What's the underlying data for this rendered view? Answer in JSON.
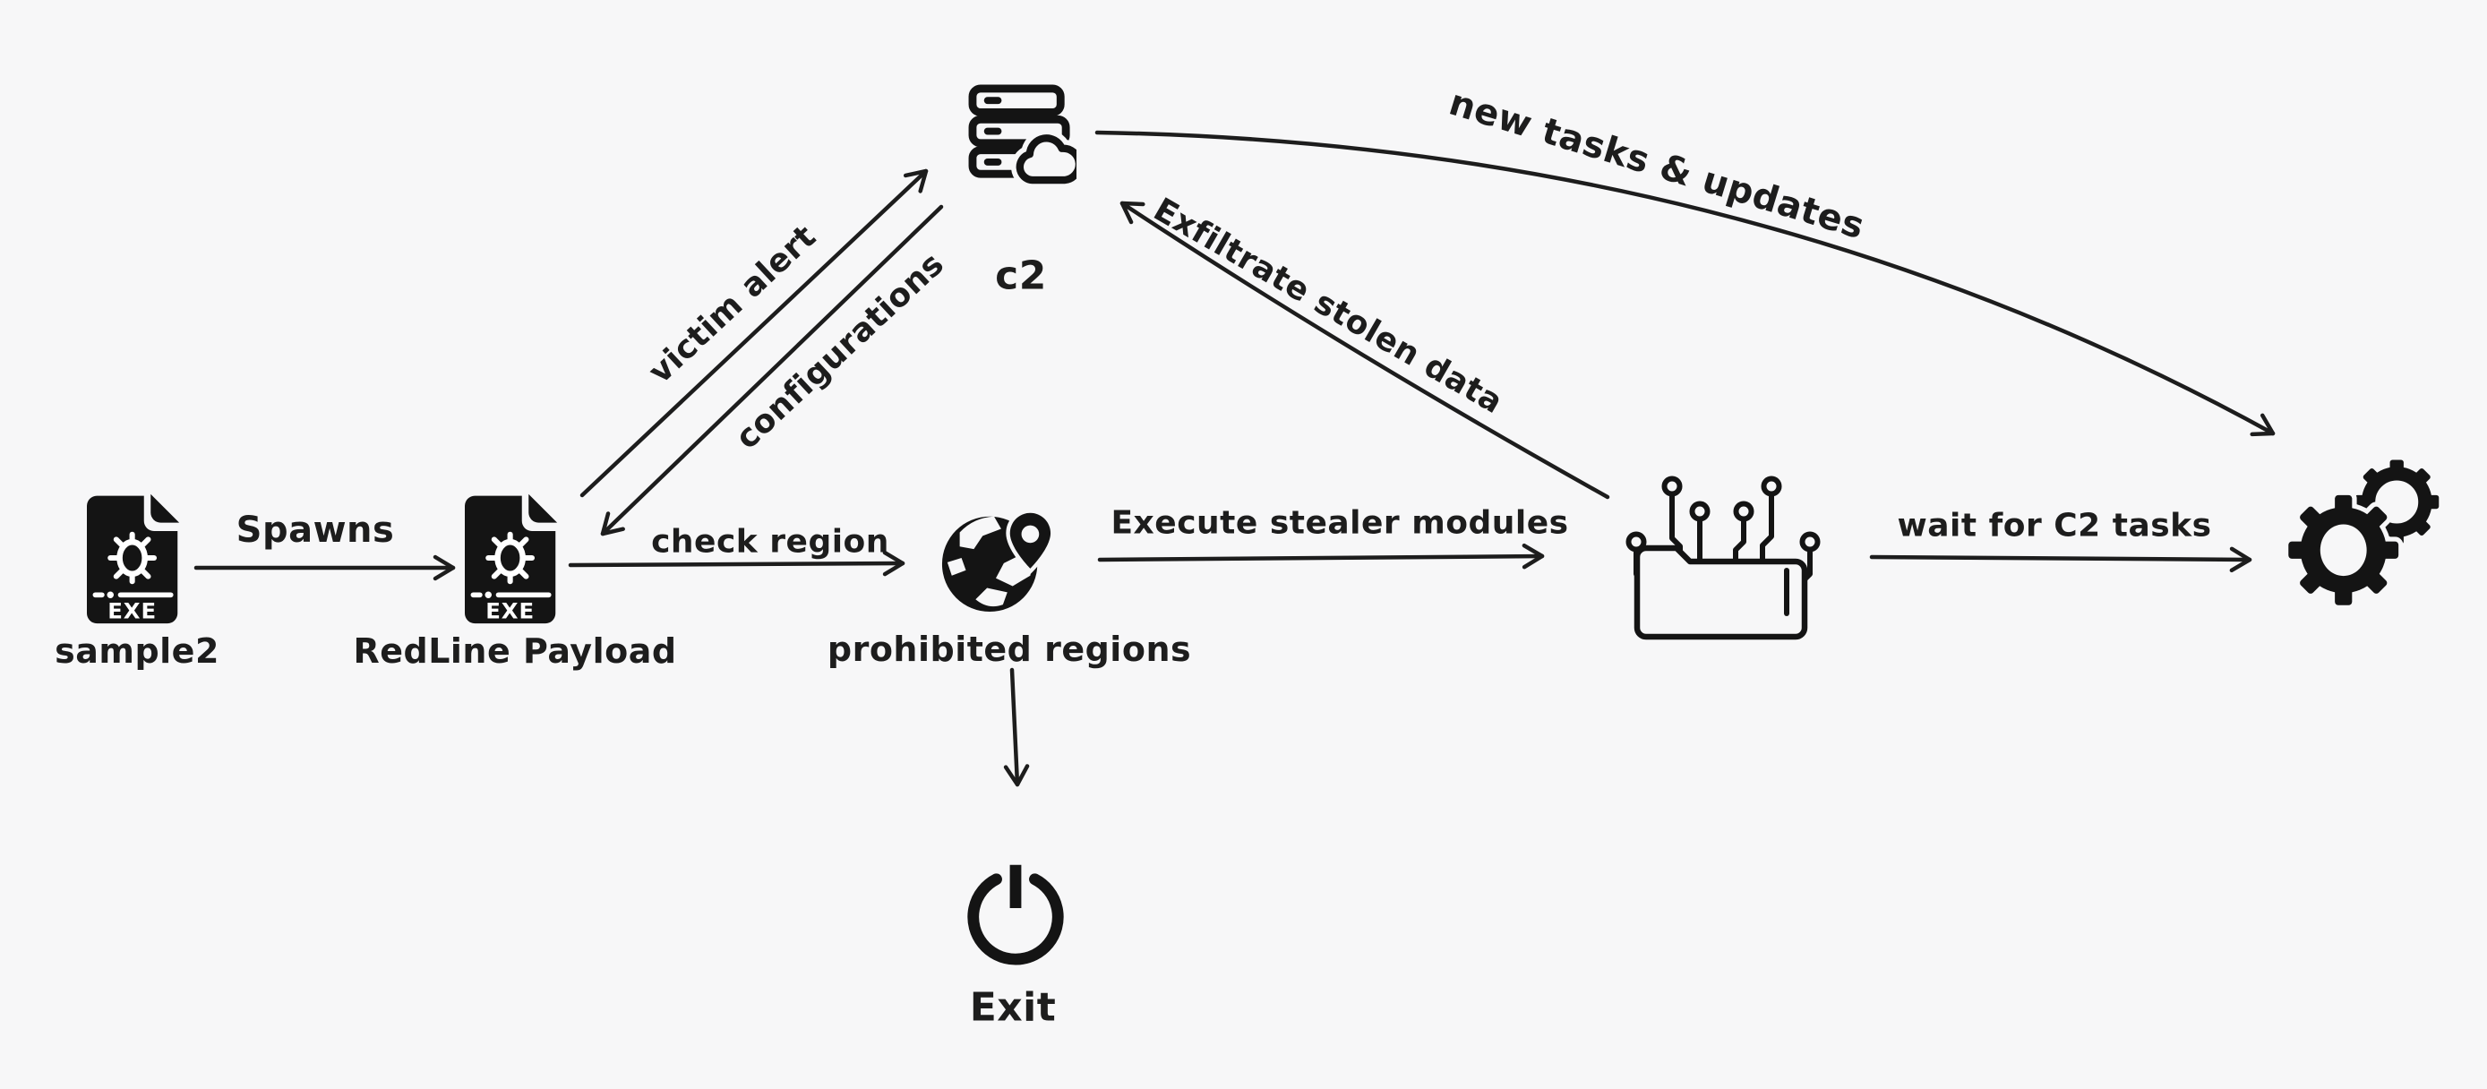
{
  "canvas": {
    "background": "#f7f7f8",
    "ink_color": "#1d1d1d"
  },
  "nodes": [
    {
      "id": "sample2",
      "label": "sample2",
      "icon": "exe-file-icon"
    },
    {
      "id": "redline-payload",
      "label": "RedLine Payload",
      "icon": "exe-file-icon"
    },
    {
      "id": "c2",
      "label": "c2",
      "icon": "server-cloud-icon"
    },
    {
      "id": "prohibited-regions",
      "label": "prohibited regions",
      "icon": "globe-pin-icon"
    },
    {
      "id": "stealer-modules",
      "label": "",
      "icon": "folder-circuit-icon"
    },
    {
      "id": "c2-tasks",
      "label": "",
      "icon": "gears-icon"
    },
    {
      "id": "exit",
      "label": "Exit",
      "icon": "power-icon"
    }
  ],
  "edges": [
    {
      "from": "sample2",
      "to": "redline-payload",
      "label": "Spawns"
    },
    {
      "from": "redline-payload",
      "to": "c2",
      "label": "victim alert"
    },
    {
      "from": "c2",
      "to": "redline-payload",
      "label": "configurations"
    },
    {
      "from": "redline-payload",
      "to": "prohibited-regions",
      "label": "check region"
    },
    {
      "from": "prohibited-regions",
      "to": "stealer-modules",
      "label": "Execute stealer modules"
    },
    {
      "from": "stealer-modules",
      "to": "c2",
      "label": "Exfiltrate stolen data"
    },
    {
      "from": "c2",
      "to": "c2-tasks",
      "label": "new tasks & updates"
    },
    {
      "from": "stealer-modules",
      "to": "c2-tasks",
      "label": "wait for C2 tasks"
    },
    {
      "from": "prohibited-regions",
      "to": "exit",
      "label": ""
    }
  ],
  "badges": {
    "exe": "EXE"
  }
}
